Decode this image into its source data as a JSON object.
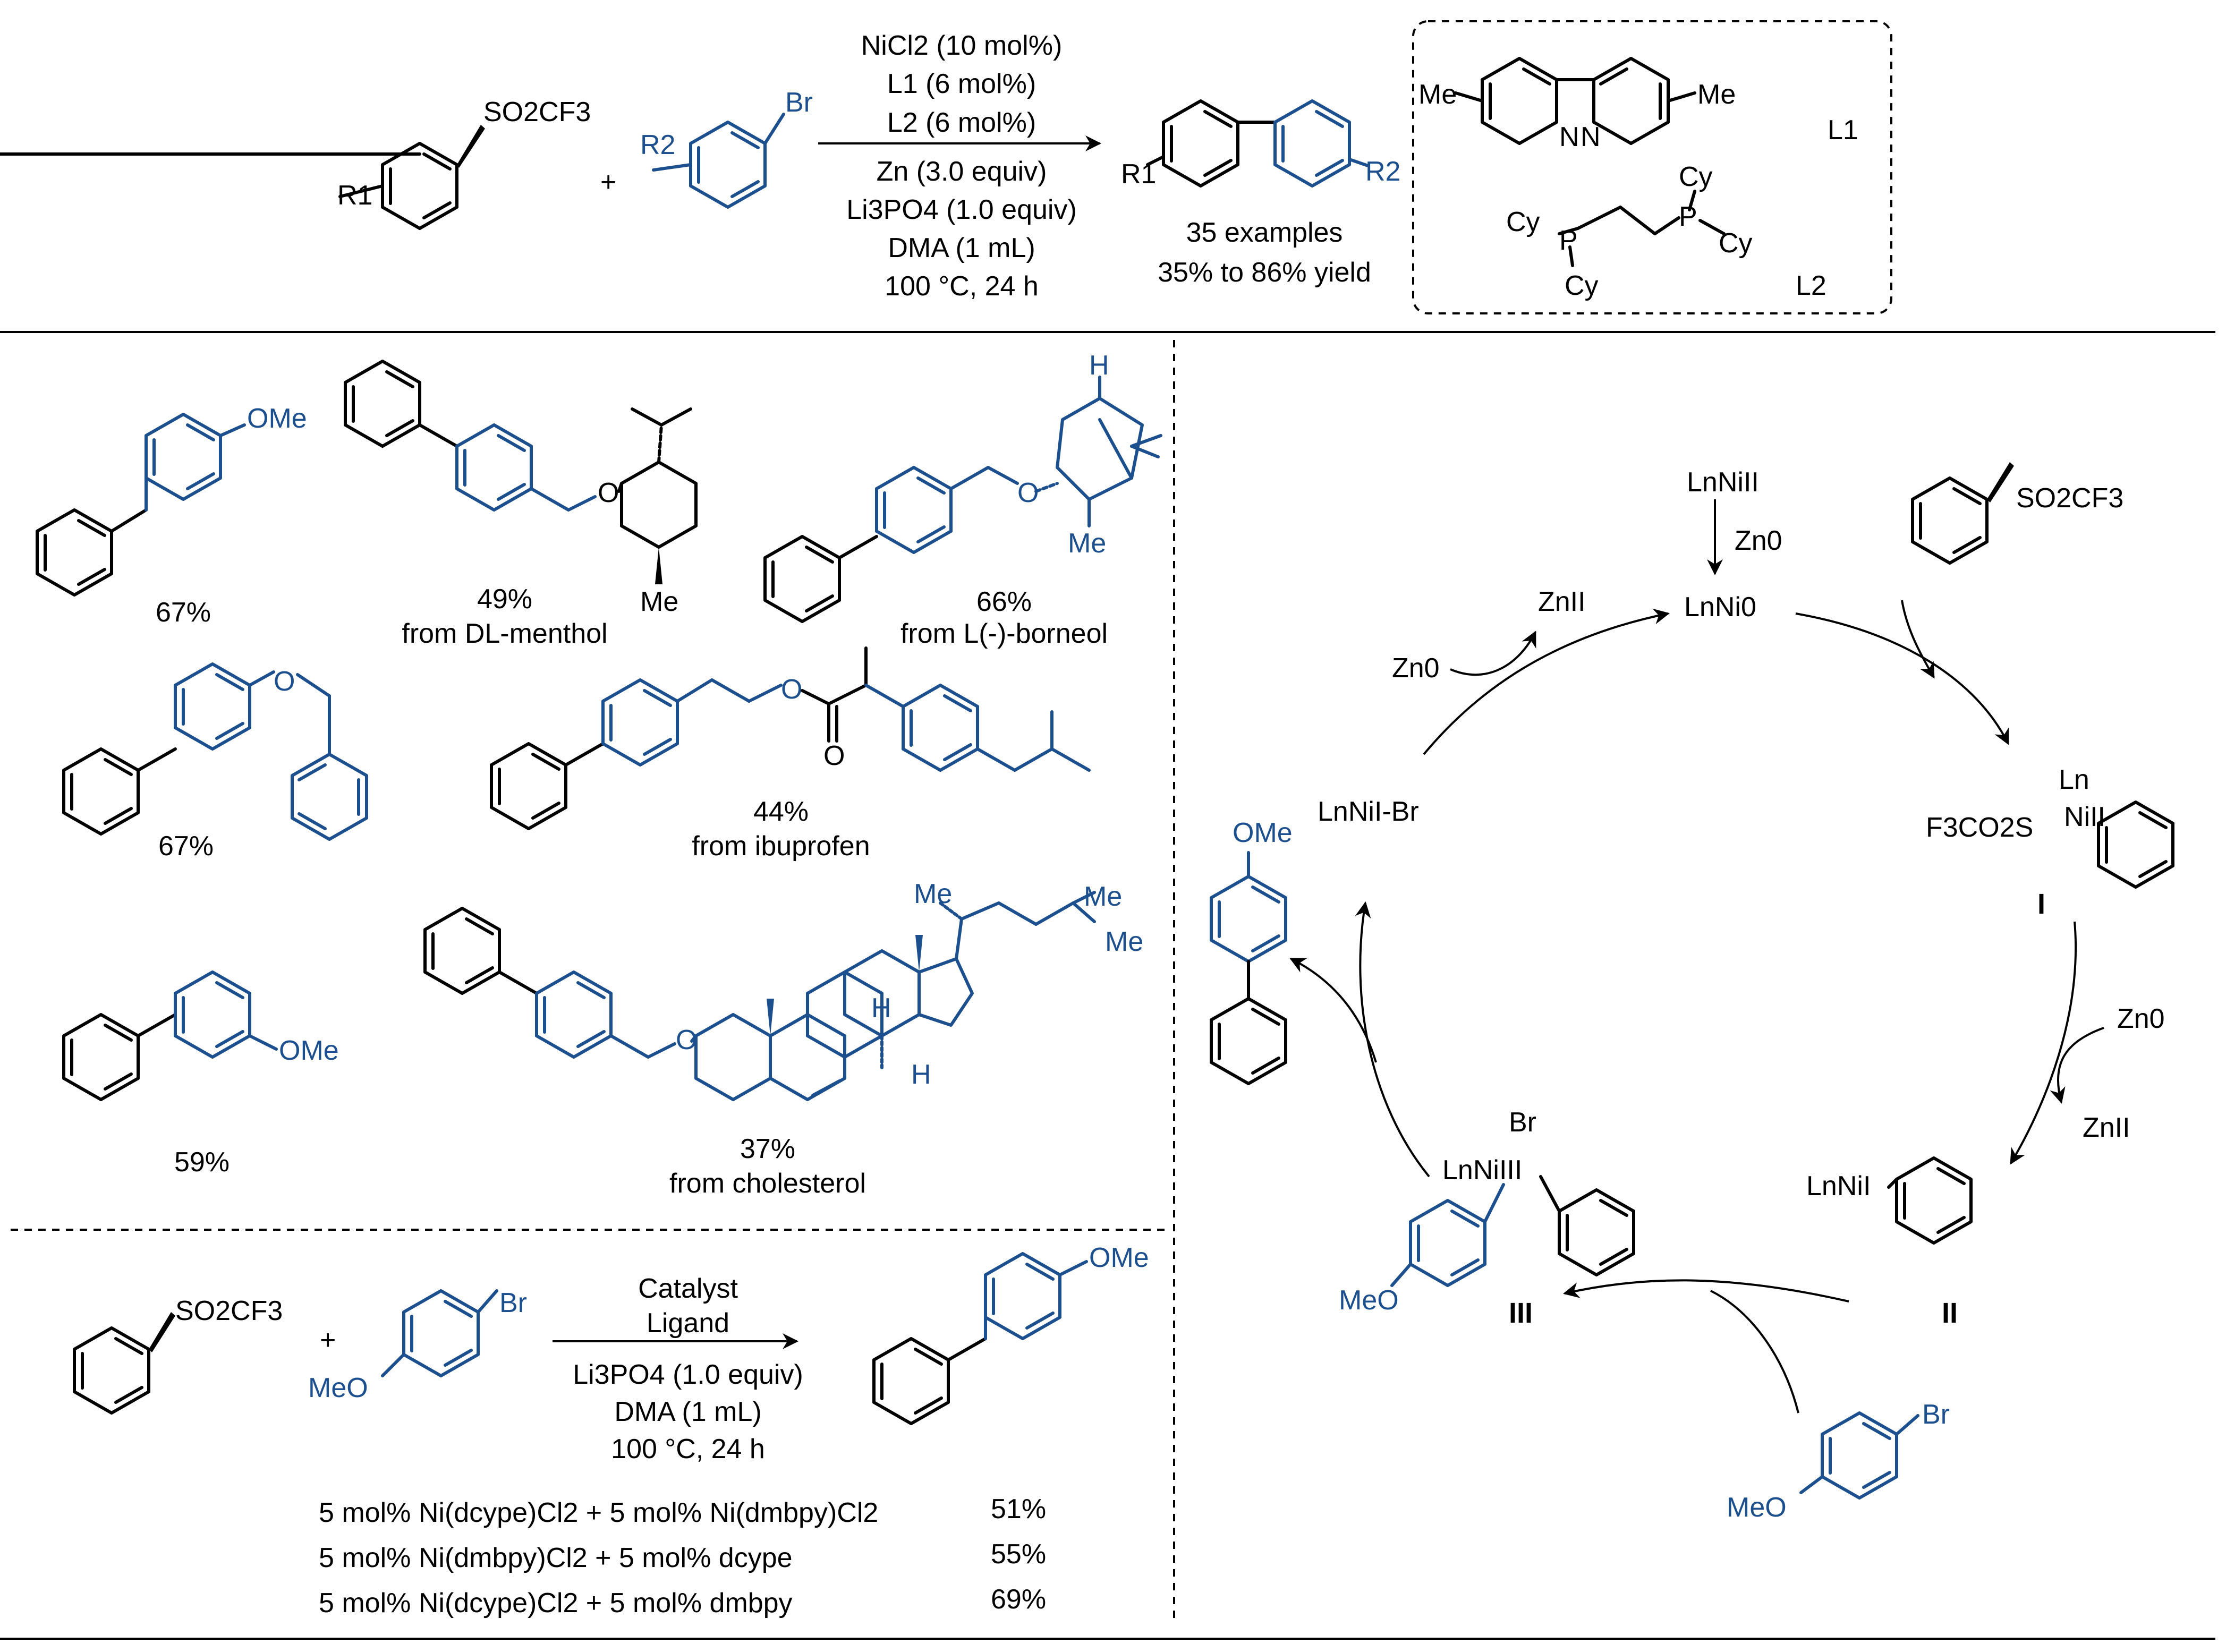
{
  "top_scheme": {
    "sulfonate_label": "SO2CF3",
    "r1_label": "R1",
    "plus": "+",
    "br_label": "Br",
    "r2_label": "R2",
    "conditions_above": [
      "NiCl2 (10 mol%)",
      "L1 (6 mol%)",
      "L2 (6 mol%)"
    ],
    "conditions_below": [
      "Zn (3.0 equiv)",
      "Li3PO4 (1.0 equiv)",
      "DMA (1 mL)",
      "100 °C, 24 h"
    ],
    "product_r1": "R1",
    "product_r2": "R2",
    "examples": "35 examples",
    "yield_range": "35% to 86% yield"
  },
  "ligands": {
    "l1_me_left": "Me",
    "l1_me_right": "Me",
    "l1_n_left": "N",
    "l1_n_right": "N",
    "l1_label": "L1",
    "l2_cy_1": "Cy",
    "l2_cy_2": "Cy",
    "l2_cy_3": "Cy",
    "l2_cy_4": "Cy",
    "l2_p_left": "P",
    "l2_p_right": "P",
    "l2_label": "L2"
  },
  "substrates": [
    {
      "yield": "67%",
      "source": "",
      "label": "OMe"
    },
    {
      "yield": "49%",
      "source": "from DL-menthol",
      "label": "O",
      "extra": "Me"
    },
    {
      "yield": "66%",
      "source": "from L(-)-borneol",
      "label": "O",
      "extra": "Me",
      "h": "H"
    },
    {
      "yield": "67%",
      "source": "",
      "label": "O"
    },
    {
      "yield": "44%",
      "source": "from ibuprofen",
      "label": "O",
      "carbonyl": "O"
    },
    {
      "yield": "59%",
      "source": "",
      "label": "OMe"
    },
    {
      "yield": "37%",
      "source": "from cholesterol",
      "label": "O",
      "me1": "Me",
      "me2": "Me",
      "me3": "Me",
      "h": "H"
    }
  ],
  "control": {
    "sulfonate_label": "SO2CF3",
    "plus": "+",
    "br_label": "Br",
    "meo_label": "MeO",
    "above": [
      "Catalyst",
      "Ligand"
    ],
    "below": [
      "Li3PO4 (1.0 equiv)",
      "DMA (1 mL)",
      "100 °C, 24 h"
    ],
    "product_label": "OMe",
    "rows": [
      {
        "condition": "5 mol% Ni(dcype)Cl2 + 5 mol% Ni(dmbpy)Cl2",
        "yield": "51%"
      },
      {
        "condition": "5 mol% Ni(dmbpy)Cl2 + 5 mol% dcype",
        "yield": "55%"
      },
      {
        "condition": "5 mol% Ni(dcype)Cl2 + 5 mol% dmbpy",
        "yield": "69%"
      }
    ]
  },
  "mechanism": {
    "lnni_ii": "LnNiII",
    "zn0_top": "Zn0",
    "lnni_0": "LnNi0",
    "zn_ii_left": "ZnII",
    "zn0_left": "Zn0",
    "lnni_i_br": "LnNiI-Br",
    "substrate_label": "SO2CF3",
    "int1_ln": "Ln",
    "int1_formula": "F3CO2S",
    "int1_ni": "NiII",
    "int1_label": "I",
    "zn0_right": "Zn0",
    "zn_ii_right": "ZnII",
    "int2_formula": "LnNiI",
    "int2_label": "II",
    "arbr_br": "Br",
    "arbr_meo": "MeO",
    "int3_br": "Br",
    "int3_formula": "LnNiIII",
    "int3_meo": "MeO",
    "int3_label": "III",
    "product_ome": "OMe"
  },
  "colors": {
    "black": "#000000",
    "blue": "#1c4f8d"
  }
}
